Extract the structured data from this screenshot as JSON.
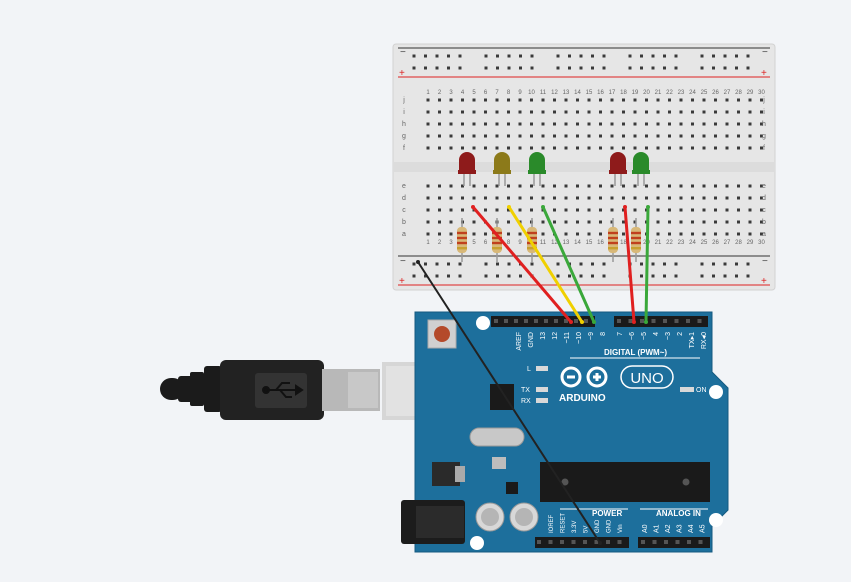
{
  "breadboard": {
    "rail_minus": "−",
    "rail_plus": "+",
    "row_letters_top": [
      "j",
      "i",
      "h",
      "g",
      "f"
    ],
    "row_letters_bottom": [
      "e",
      "d",
      "c",
      "b",
      "a"
    ],
    "column_numbers": [
      "1",
      "2",
      "3",
      "4",
      "5",
      "6",
      "7",
      "8",
      "9",
      "10",
      "11",
      "12",
      "13",
      "14",
      "15",
      "16",
      "17",
      "18",
      "19",
      "20",
      "21",
      "22",
      "23",
      "24",
      "25",
      "26",
      "27",
      "28",
      "29",
      "30"
    ]
  },
  "leds": [
    {
      "color": "#8e1b1b"
    },
    {
      "color": "#8c7a1a"
    },
    {
      "color": "#2a8a2a"
    },
    {
      "color": "#8e1b1b"
    },
    {
      "color": "#2a8a2a"
    }
  ],
  "arduino": {
    "logo_text": "ARDUINO",
    "uno_text": "UNO",
    "digital_label": "DIGITAL (PWM~)",
    "power_label": "POWER",
    "analog_label": "ANALOG IN",
    "on_label": "ON",
    "led_l": "L",
    "led_tx": "TX",
    "led_rx": "RX",
    "digital_pins": [
      "AREF",
      "GND",
      "13",
      "12",
      "~11",
      "~10",
      "~9",
      "8",
      "7",
      "~6",
      "~5",
      "4",
      "~3",
      "2",
      "TX▸1",
      "RX◂0"
    ],
    "power_pins": [
      "IOREF",
      "RESET",
      "3.3V",
      "5V",
      "GND",
      "GND",
      "Vin"
    ],
    "analog_pins": [
      "A0",
      "A1",
      "A2",
      "A3",
      "A4",
      "A5"
    ]
  },
  "wire_colors": {
    "red": "#e02020",
    "yellow": "#f0d000",
    "green": "#3aa83a",
    "black": "#222222"
  }
}
